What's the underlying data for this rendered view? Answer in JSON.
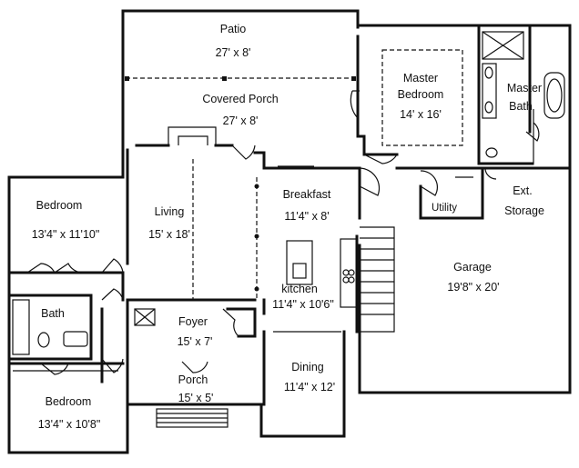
{
  "rooms": {
    "patio": {
      "name": "Patio",
      "dims": "27' x 8'"
    },
    "covered_porch": {
      "name": "Covered Porch",
      "dims": "27' x 8'"
    },
    "master_bedroom": {
      "name_line1": "Master",
      "name_line2": "Bedroom",
      "dims": "14' x 16'"
    },
    "master_bath": {
      "name_line1": "Master",
      "name_line2": "Bath"
    },
    "bedroom_top": {
      "name": "Bedroom",
      "dims": "13'4\" x 11'10\""
    },
    "living": {
      "name": "Living",
      "dims": "15' x 18'"
    },
    "breakfast": {
      "name": "Breakfast",
      "dims": "11'4\" x 8'"
    },
    "utility": {
      "name": "Utility"
    },
    "ext_storage": {
      "name_line1": "Ext.",
      "name_line2": "Storage"
    },
    "garage": {
      "name": "Garage",
      "dims": "19'8\" x 20'"
    },
    "kitchen": {
      "name": "kitchen",
      "dims": "11'4\" x 10'6\""
    },
    "bath": {
      "name": "Bath"
    },
    "foyer": {
      "name": "Foyer",
      "dims": "15' x 7'"
    },
    "dining": {
      "name": "Dining",
      "dims": "11'4\" x 12'"
    },
    "porch": {
      "name": "Porch",
      "dims": "15' x 5'"
    },
    "bedroom_bottom": {
      "name": "Bedroom",
      "dims": "13'4\" x 10'8\""
    }
  }
}
